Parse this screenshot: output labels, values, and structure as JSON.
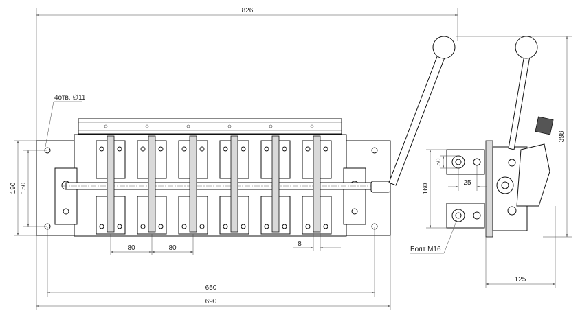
{
  "dimensions": {
    "overall_length": "826",
    "height": "398",
    "base_width": "690",
    "mount_spacing": "650",
    "pole_pitch_1": "80",
    "pole_pitch_2": "80",
    "gap": "8",
    "plate_height": "190",
    "hole_spacing_v": "150",
    "side_height": "160",
    "side_spacing": "50",
    "side_offset": "25",
    "side_depth": "125"
  },
  "callouts": {
    "holes": "4отв. ∅11",
    "bolt": "Болт М16"
  }
}
